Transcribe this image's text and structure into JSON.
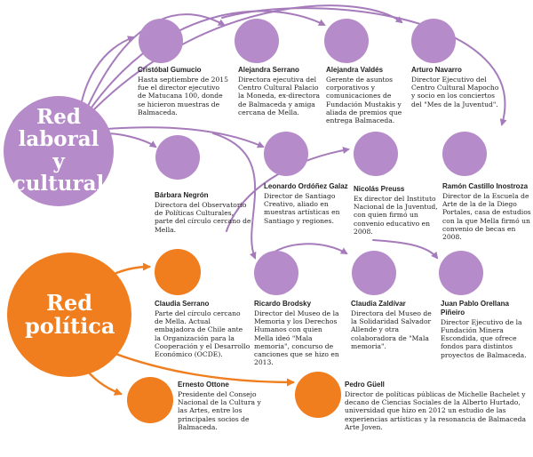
{
  "colors": {
    "purple": "#b68bc9",
    "purple_arrow": "#a67bbb",
    "orange": "#f07d1e"
  },
  "hubs": {
    "cultural": "Red laboral y cultural",
    "politica": "Red política"
  },
  "people": [
    {
      "id": "gumucio",
      "name": "Cristóbal Gumucio",
      "desc": "Hasta septiembre de 2015 fue el director ejecutivo de Matucana 100, donde se hicieron muestras de Balmaceda."
    },
    {
      "id": "serrano-a",
      "name": "Alejandra Serrano",
      "desc": "Directora ejecutiva del Centro Cultural Palacio la Moneda, ex-directora de Balmaceda y amiga cercana de Mella."
    },
    {
      "id": "valdes",
      "name": "Alejandra Valdés",
      "desc": "Gerente de asuntos corporativos y comunicaciones de Fundación Mustakis y aliada de premios que entrega Balmaceda."
    },
    {
      "id": "navarro",
      "name": "Arturo Navarro",
      "desc": "Director Ejecutivo del Centro Cultural Mapocho y socio en los conciertos del \"Mes de la Juventud\"."
    },
    {
      "id": "negron",
      "name": "Bárbara Negrón",
      "desc": "Directora del Observatorio de Políticas Culturales, parte del círculo cercano de Mella."
    },
    {
      "id": "ordonez",
      "name": "Leonardo Ordóñez Galaz",
      "desc": "Director de Santiago Creativo, aliado en muestras artísticas en Santiago y regiones."
    },
    {
      "id": "preuss",
      "name": "Nicolás Preuss",
      "desc": "Ex director del Instituto Nacional de la Juventud, con quien firmó un convenio educativo en 2008."
    },
    {
      "id": "castillo",
      "name": "Ramón Castillo Inostroza",
      "desc": "Director de la Escuela de Arte de la de la Diego Portales, casa de estudios con la que Mella firmó un convenio de becas en 2008."
    },
    {
      "id": "serrano-c",
      "name": "Claudia Serrano",
      "desc": "Parte del círculo cercano de Mella. Actual embajadora de Chile ante la Organización para la Cooperación y el Desarrollo Económico (OCDE)."
    },
    {
      "id": "brodsky",
      "name": "Ricardo Brodsky",
      "desc": "Director del Museo de la Memoria y los Derechos Humanos con quien Mella ideó \"Mala memoria\", concurso de canciones que se hizo en 2013."
    },
    {
      "id": "zaldivar",
      "name": "Claudia Zaldívar",
      "desc": "Directora del Museo de la Solidaridad Salvador Allende y otra colaboradora de \"Mala memoria\"."
    },
    {
      "id": "orellana",
      "name": "Juan Pablo Orellana Piñeiro",
      "desc": "Director Ejecutivo de la Fundación Minera Escondida, que ofrece fondos para distintos proyectos de Balmaceda."
    },
    {
      "id": "ottone",
      "name": "Ernesto Ottone",
      "desc": "Presidente del Consejo Nacional de la Cultura y las Artes, entre los principales socios de Balmaceda."
    },
    {
      "id": "guell",
      "name": "Pedro Güell",
      "desc": "Director de políticas públicas de Michelle Bachelet y decano de Ciencias Sociales de la Alberto Hurtado, universidad que hizo en 2012 un estudio de las experiencias artísticas y la resonancia de Balmaceda Arte Joven."
    }
  ]
}
